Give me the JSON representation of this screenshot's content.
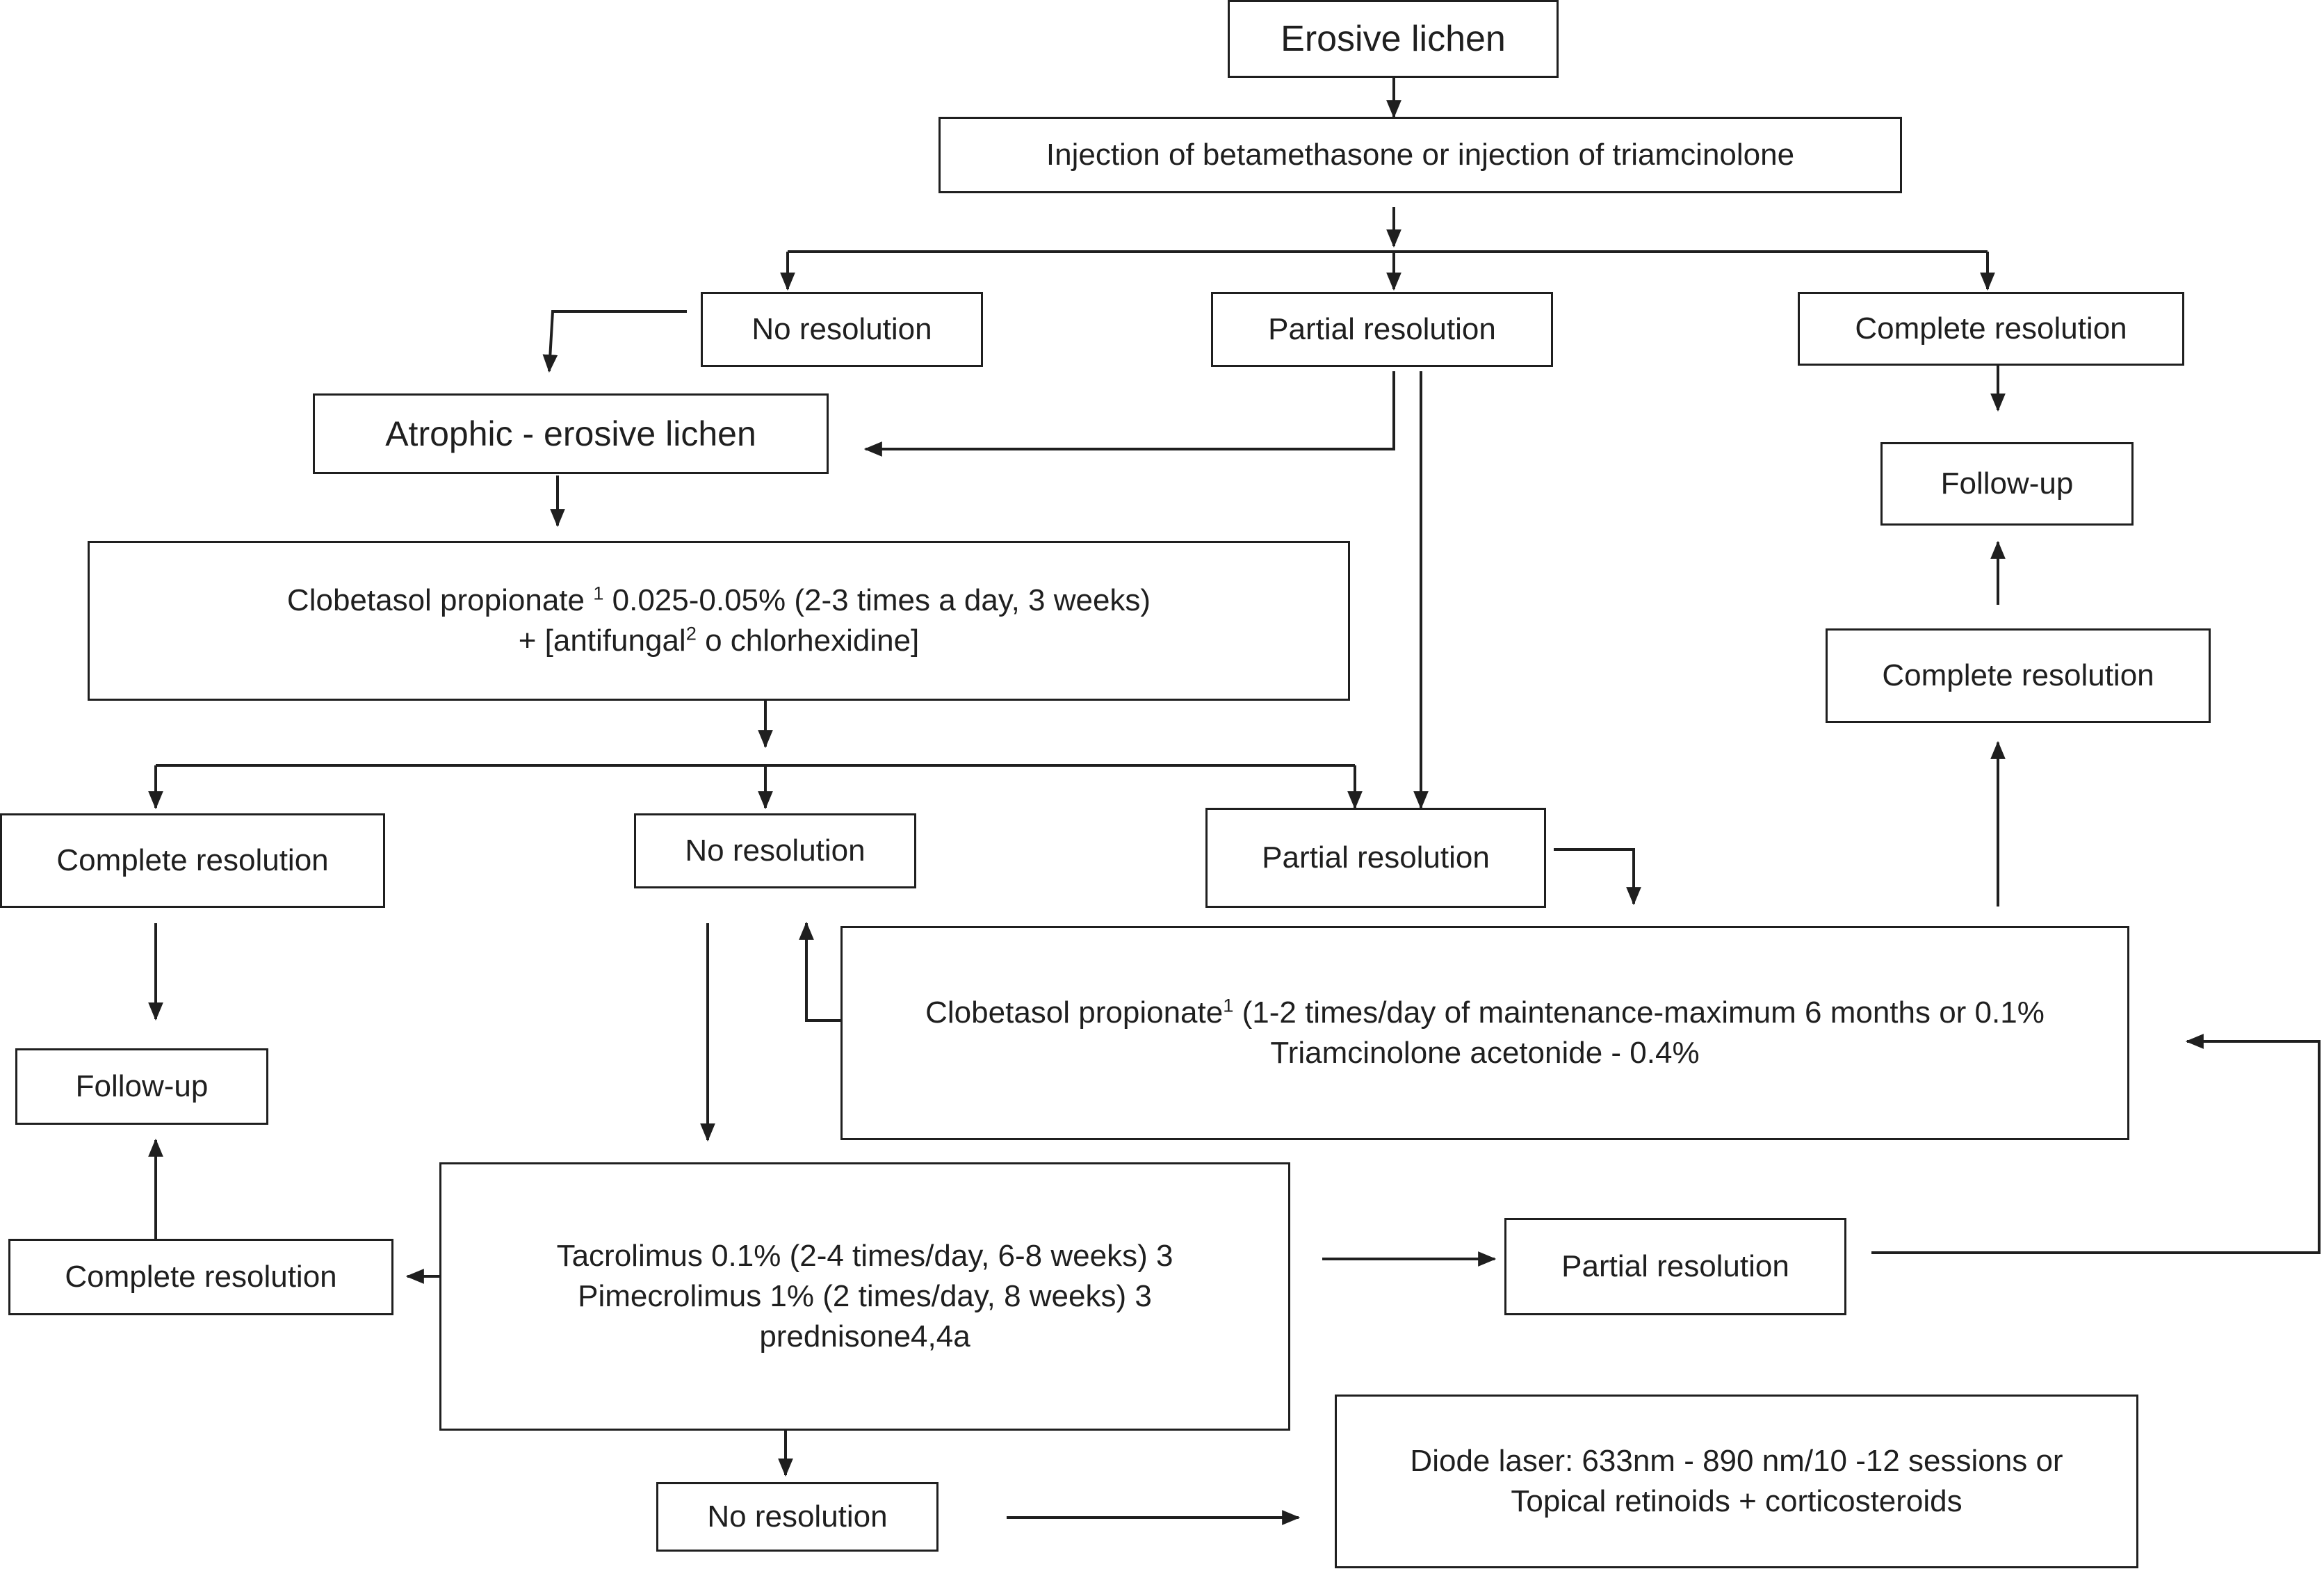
{
  "nodes": {
    "erosive_lichen": "Erosive lichen",
    "injection": "Injection of betamethasone or injection of triamcinolone",
    "no_resolution_top": "No resolution",
    "partial_resolution_top": "Partial resolution",
    "complete_resolution_top": "Complete resolution",
    "atrophic_erosive": "Atrophic - erosive lichen",
    "follow_up_right": "Follow-up",
    "clobetasol_1": {
      "line1_pre": "Clobetasol propionate ",
      "line1_sup": "1",
      "line1_post": " 0.025-0.05% (2-3 times a day, 3 weeks)",
      "line2_pre": "+ [antifungal",
      "line2_sup": "2",
      "line2_post": " o chlorhexidine]"
    },
    "complete_resolution_right": "Complete resolution",
    "complete_resolution_left": "Complete resolution",
    "no_resolution_mid": "No resolution",
    "partial_resolution_mid": "Partial resolution",
    "clobetasol_2": {
      "line1_pre": "Clobetasol propionate",
      "line1_sup": "1",
      "line1_post": "  (1-2 times/day of maintenance-maximum 6 months or 0.1%",
      "line2": "Triamcinolone acetonide - 0.4%"
    },
    "follow_up_left": "Follow-up",
    "tacrolimus": {
      "line1": "Tacrolimus 0.1% (2-4 times/day, 6-8 weeks) 3",
      "line2": "Pimecrolimus 1% (2 times/day, 8 weeks) 3",
      "line3": "prednisone4,4a"
    },
    "complete_resolution_bottom_left": "Complete resolution",
    "partial_resolution_bottom": "Partial resolution",
    "no_resolution_bottom": "No resolution",
    "diode_laser": {
      "line1": "Diode laser: 633nm - 890 nm/10 -12 sessions or",
      "line2": "Topical retinoids + corticosteroids"
    }
  },
  "colors": {
    "stroke": "#1f1f1f",
    "background": "#ffffff"
  }
}
